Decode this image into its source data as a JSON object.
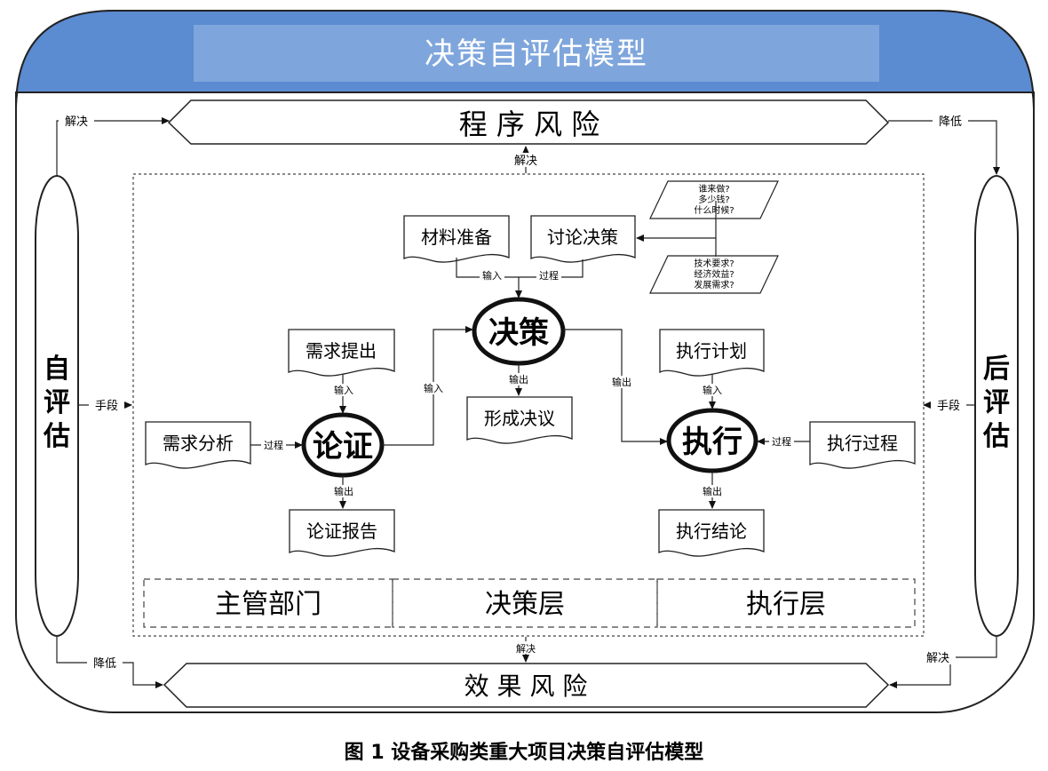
{
  "title": "决策自评估模型",
  "risks": {
    "top": "程 序 风 险",
    "bottom": "效 果 风 险"
  },
  "side": {
    "left": [
      "自",
      "评",
      "估"
    ],
    "right": [
      "后",
      "评",
      "估"
    ]
  },
  "edge_labels": {
    "top_left_solve": "解决",
    "top_right_reduce": "降低",
    "top_center_solve": "解决",
    "left_means": "手段",
    "right_means": "手段",
    "bottom_center_solve": "解决",
    "bottom_left_reduce": "降低",
    "bottom_right_solve": "解决"
  },
  "nodes": {
    "argue": "论证",
    "decide": "决策",
    "execute": "执行"
  },
  "docs": {
    "material": "材料准备",
    "discuss": "讨论决策",
    "demand_raise": "需求提出",
    "demand_analysis": "需求分析",
    "argue_report": "论证报告",
    "resolution": "形成决议",
    "exec_plan": "执行计划",
    "exec_process": "执行过程",
    "exec_result": "执行结论"
  },
  "questions": {
    "q1": [
      "谁来做?",
      "多少钱?",
      "什么时候?"
    ],
    "q2": [
      "技术要求?",
      "经济效益?",
      "发展需求?"
    ]
  },
  "flow_labels": {
    "input_material": "输入",
    "process_discuss": "过程",
    "input_demand": "输入",
    "process_analysis": "过程",
    "output_report": "输出",
    "input_decide": "输入",
    "output_resolution": "输出",
    "output_to_exec": "输出",
    "input_plan": "输入",
    "process_exec": "过程",
    "output_result": "输出"
  },
  "departments": [
    "主管部门",
    "决策层",
    "执行层"
  ],
  "caption": "图 1  设备采购类重大项目决策自评估模型",
  "colors": {
    "header_blue": "#5b8bd1",
    "title_band": "#7fa6dc",
    "title_text": "#ffffff"
  }
}
